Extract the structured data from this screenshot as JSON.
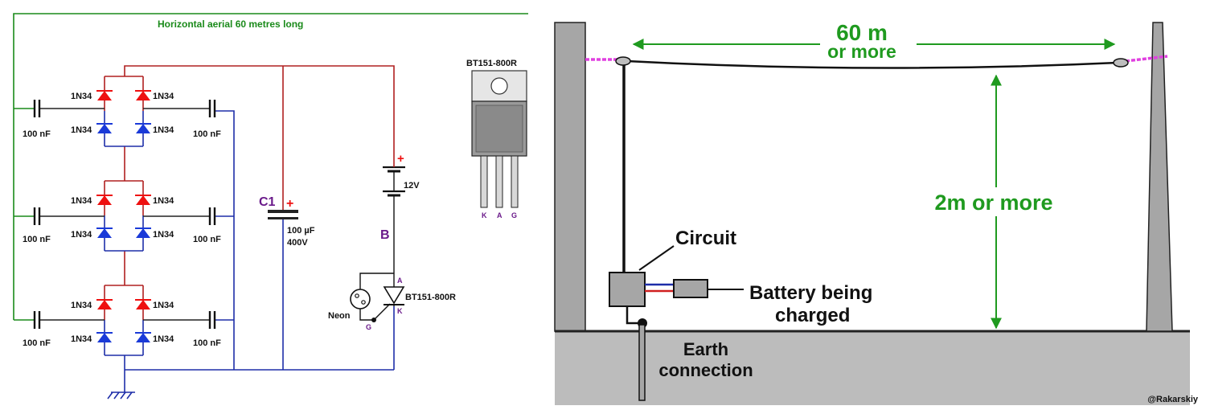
{
  "circuit": {
    "aerial_label": "Horizontal aerial 60 metres long",
    "diode_label": "1N34",
    "cap_label": "100 nF",
    "c1_name": "C1",
    "c1_plus": "+",
    "c1_value": "100 µF",
    "c1_voltage": "400V",
    "battery_plus": "+",
    "battery_voltage": "12V",
    "node_b": "B",
    "neon_label": "Neon",
    "scr_label": "BT151-800R",
    "pin_a": "A",
    "pin_k": "K",
    "pin_g": "G",
    "package_label": "BT151-800R",
    "package_pins": [
      "K",
      "A",
      "G"
    ]
  },
  "install": {
    "length_line1": "60 m",
    "length_line2": "or more",
    "height_label": "2m or more",
    "circuit_label": "Circuit",
    "battery_line1": "Battery being",
    "battery_line2": "charged",
    "earth_line1": "Earth",
    "earth_line2": "connection"
  },
  "credit": "@Rakarskiy",
  "colors": {
    "aerial_wire": "#1a8a1a",
    "positive_wire": "#b02020",
    "negative_wire": "#1e2ea8",
    "red_diode": "#ee1010",
    "blue_diode": "#1a3ad8",
    "label_purple": "#6a1a8a",
    "dimension_green": "#1f9a1f",
    "aerial_insulator": "#e040e0"
  }
}
